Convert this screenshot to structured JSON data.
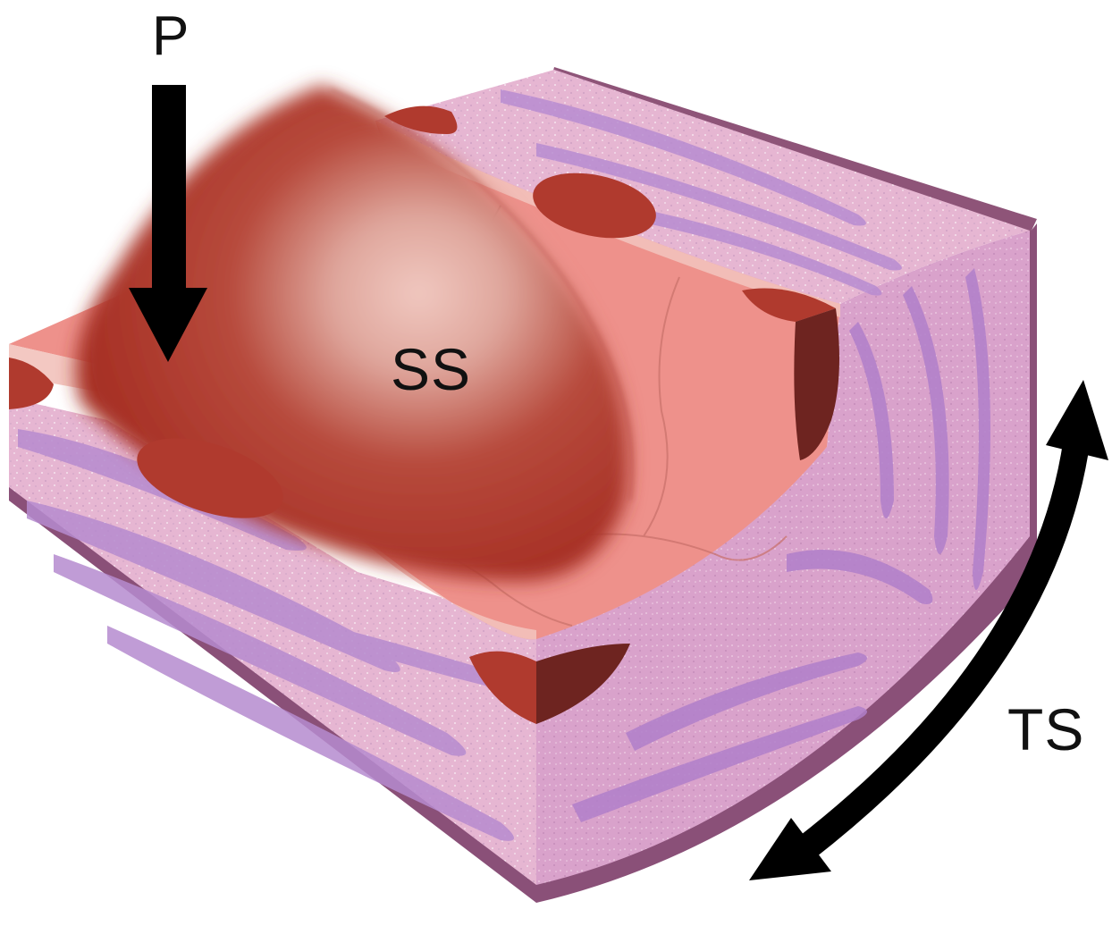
{
  "labels": {
    "pressure": "P",
    "shear_stress": "SS",
    "tensile_stress": "TS"
  },
  "colors": {
    "background": "#ffffff",
    "vessel_wall_dark": "#8a5078",
    "tissue_pink": "#e8b8d4",
    "tissue_purple_streak": "#b58ad1",
    "endothelium_surface": "#ee8f8a",
    "endothelium_light": "#f3c0b8",
    "blood_flow": "#a63226",
    "nucleus": "#b03a2e",
    "nucleus_dark": "#6e2420",
    "arrow": "#000000",
    "text": "#111111"
  }
}
